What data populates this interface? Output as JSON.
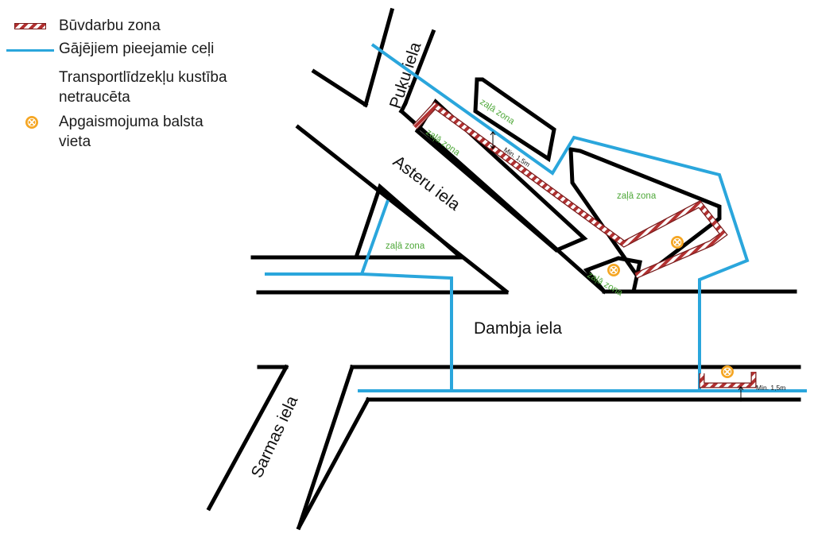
{
  "legend": {
    "construction_zone": "Būvdarbu zona",
    "pedestrian_paths": "Gājējiem pieejamie ceļi",
    "traffic_line1": "Transportlīdzekļu kustība",
    "traffic_line2": "netraucēta",
    "lamp_line1": "Apgaismojuma balsta",
    "lamp_line2": "vieta"
  },
  "streets": {
    "puku": "Puķu iela",
    "asteru": "Asteru iela",
    "dambja": "Dambja iela",
    "sarmas": "Sarmas iela"
  },
  "green_zone_label": "zaļā zona",
  "min_width_label": "Min. 1,5m",
  "colors": {
    "construction_red": "#b23030",
    "pedestrian_blue": "#2aa6dc",
    "lamp_orange": "#f5a623",
    "green_text": "#4fa83a",
    "road": "#000000"
  },
  "icons": {
    "lamp": "lamp-post-icon",
    "construction": "construction-zone-icon"
  }
}
